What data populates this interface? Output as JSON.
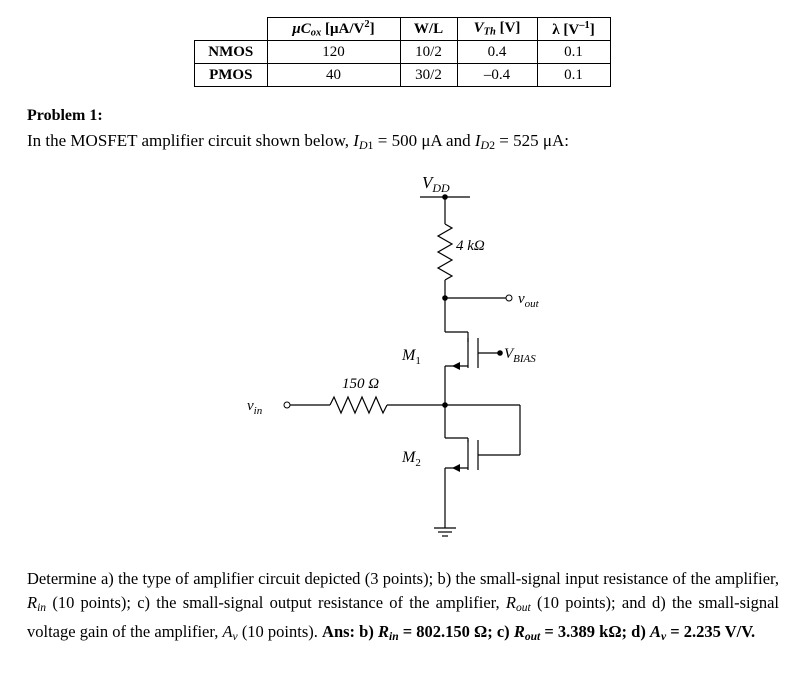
{
  "table": {
    "headers": [
      "μCox [μA/V²]",
      "W/L",
      "VTh [V]",
      "λ [V⁻¹]"
    ],
    "rows": [
      {
        "name": "NMOS",
        "values": [
          "120",
          "10/2",
          "0.4",
          "0.1"
        ]
      },
      {
        "name": "PMOS",
        "values": [
          "40",
          "30/2",
          "–0.4",
          "0.1"
        ]
      }
    ]
  },
  "problem": {
    "title": "Problem 1:",
    "statement": "In the MOSFET amplifier circuit shown below, ID1 = 500 μA and ID2 = 525 μA:"
  },
  "circuit": {
    "vdd": "VDD",
    "r_load": "4 kΩ",
    "r_in": "150 Ω",
    "vout": "vout",
    "vbias": "VBIAS",
    "vin": "vin",
    "m1": "M1",
    "m2": "M2"
  },
  "question": {
    "text": "Determine a) the type of amplifier circuit depicted (3 points); b) the small-signal input resistance of the amplifier, Rin (10 points); c) the small-signal output resistance of the amplifier, Rout (10 points); and d) the small-signal voltage gain of the amplifier, Av (10 points).",
    "answer": "Ans: b) Rin = 802.150 Ω; c) Rout = 3.389 kΩ; d) Av = 2.235 V/V."
  }
}
